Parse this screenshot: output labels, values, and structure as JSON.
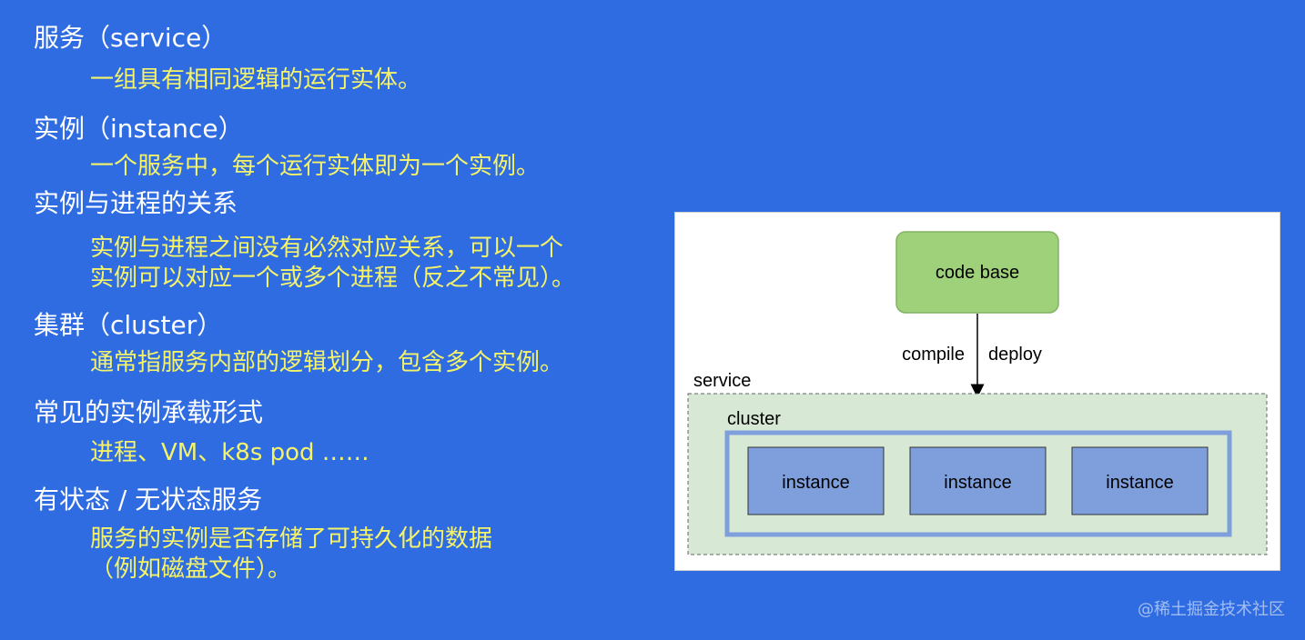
{
  "terms": [
    {
      "title": "服务（service）",
      "lines": [
        "一组具有相同逻辑的运行实体。"
      ]
    },
    {
      "title": "实例（instance）",
      "lines": [
        "一个服务中，每个运行实体即为一个实例。"
      ]
    },
    {
      "title": "实例与进程的关系",
      "lines": [
        "实例与进程之间没有必然对应关系，可以一个",
        "实例可以对应一个或多个进程（反之不常见）。"
      ]
    },
    {
      "title": "集群（cluster）",
      "lines": [
        "通常指服务内部的逻辑划分，包含多个实例。"
      ]
    },
    {
      "title": "常见的实例承载形式",
      "lines": [
        "进程、VM、k8s pod ……"
      ]
    },
    {
      "title": "有状态 / 无状态服务",
      "lines": [
        "服务的实例是否存储了可持久化的数据",
        "（例如磁盘文件）。"
      ]
    }
  ],
  "diagram": {
    "code_base": "code base",
    "compile": "compile",
    "deploy": "deploy",
    "service": "service",
    "cluster": "cluster",
    "instances": [
      "instance",
      "instance",
      "instance"
    ]
  },
  "colors": {
    "background": "#2f6ce1",
    "term": "#ffffff",
    "desc": "#f5f36a",
    "code_base_fill": "#9fd07a",
    "service_fill": "#d7e8d4",
    "cluster_border": "#7e9fdb",
    "instance_fill": "#7e9fdb"
  },
  "watermark": "@稀土掘金技术社区"
}
